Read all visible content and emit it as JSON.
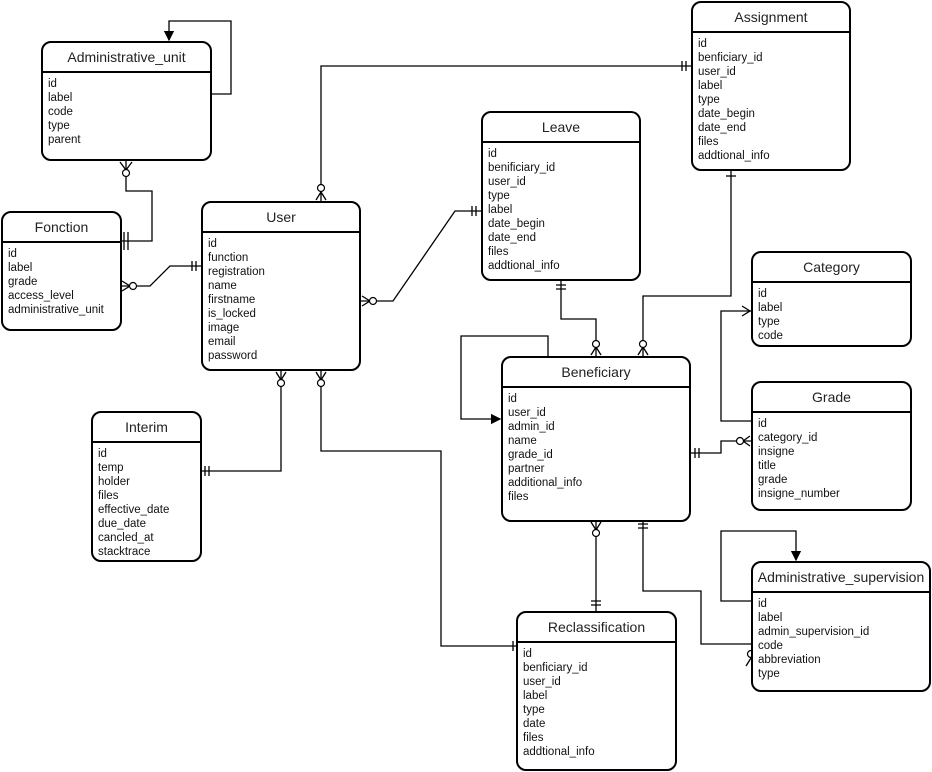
{
  "entities": {
    "administrative_unit": {
      "title": "Administrative_unit",
      "fields": [
        "id",
        "label",
        "code",
        "type",
        "parent"
      ]
    },
    "fonction": {
      "title": "Fonction",
      "fields": [
        "id",
        "label",
        "grade",
        "access_level",
        "administrative_unit"
      ]
    },
    "user": {
      "title": "User",
      "fields": [
        "id",
        "function",
        "registration",
        "name",
        "firstname",
        "is_locked",
        "image",
        "email",
        "password"
      ]
    },
    "interim": {
      "title": "Interim",
      "fields": [
        "id",
        "temp",
        "holder",
        "files",
        "effective_date",
        "due_date",
        "cancled_at",
        "stacktrace"
      ]
    },
    "leave": {
      "title": "Leave",
      "fields": [
        "id",
        "benificiary_id",
        "user_id",
        "type",
        "label",
        "date_begin",
        "date_end",
        "files",
        "addtional_info"
      ]
    },
    "assignment": {
      "title": "Assignment",
      "fields": [
        "id",
        "benficiary_id",
        "user_id",
        "label",
        "type",
        "date_begin",
        "date_end",
        "files",
        "addtional_info"
      ]
    },
    "category": {
      "title": "Category",
      "fields": [
        "id",
        "label",
        "type",
        "code"
      ]
    },
    "beneficiary": {
      "title": "Beneficiary",
      "fields": [
        "id",
        "user_id",
        "admin_id",
        "name",
        "grade_id",
        "partner",
        "additional_info",
        "files"
      ]
    },
    "grade": {
      "title": "Grade",
      "fields": [
        "id",
        "category_id",
        "insigne",
        "title",
        "grade",
        "insigne_number"
      ]
    },
    "reclassification": {
      "title": "Reclassification",
      "fields": [
        "id",
        "benficiary_id",
        "user_id",
        "label",
        "type",
        "date",
        "files",
        "addtional_info"
      ]
    },
    "administrative_supervision": {
      "title": "Administrative_supervision",
      "fields": [
        "id",
        "label",
        "admin_supervision_id",
        "code",
        "abbreviation",
        "type"
      ]
    }
  }
}
